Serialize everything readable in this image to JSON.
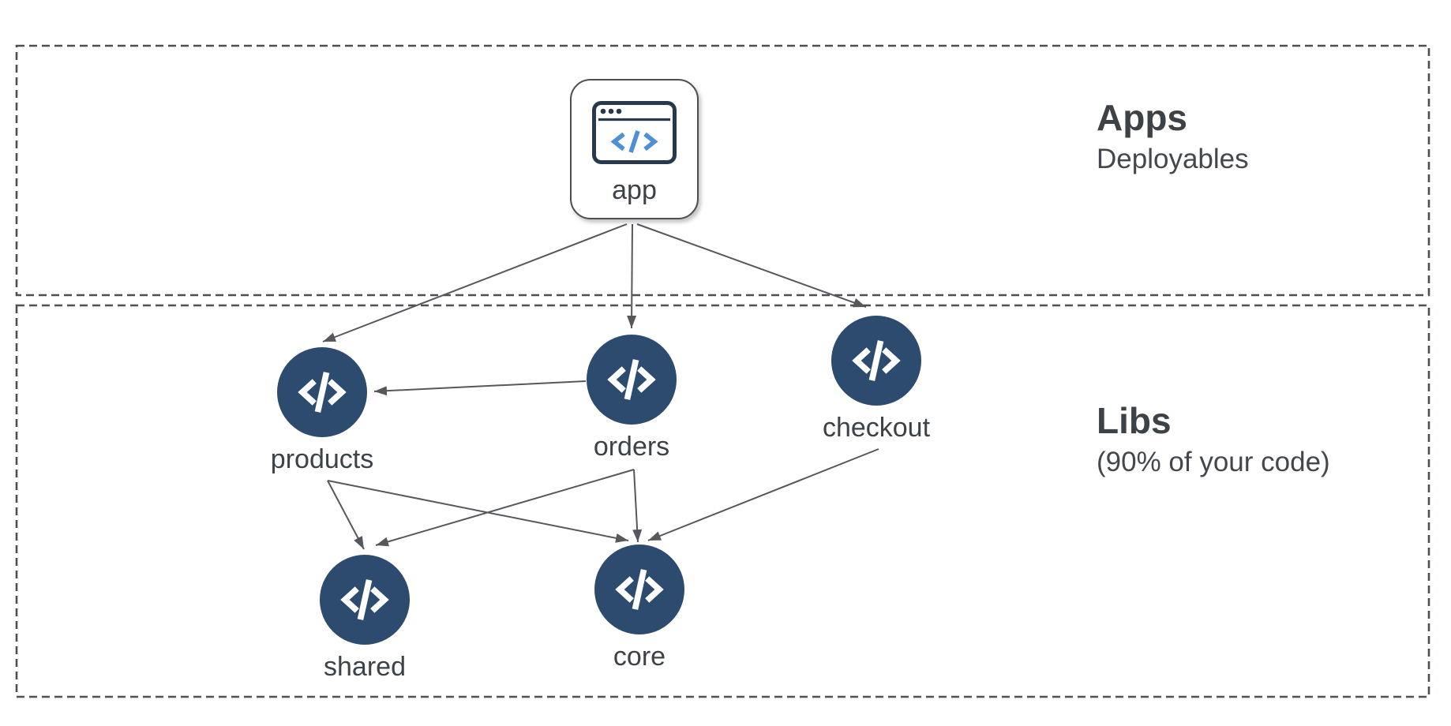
{
  "sections": [
    {
      "id": "apps",
      "title": "Apps",
      "subtitle": "Deployables"
    },
    {
      "id": "libs",
      "title": "Libs",
      "subtitle": "(90% of your code)"
    }
  ],
  "diagram": {
    "nodes": [
      {
        "id": "app",
        "label": "app",
        "type": "application",
        "section": "apps",
        "icon": "browser-code-icon"
      },
      {
        "id": "products",
        "label": "products",
        "type": "library",
        "section": "libs",
        "icon": "code-icon"
      },
      {
        "id": "orders",
        "label": "orders",
        "type": "library",
        "section": "libs",
        "icon": "code-icon"
      },
      {
        "id": "checkout",
        "label": "checkout",
        "type": "library",
        "section": "libs",
        "icon": "code-icon"
      },
      {
        "id": "shared",
        "label": "shared",
        "type": "library",
        "section": "libs",
        "icon": "code-icon"
      },
      {
        "id": "core",
        "label": "core",
        "type": "library",
        "section": "libs",
        "icon": "code-icon"
      }
    ],
    "edges": [
      {
        "from": "app",
        "to": "products"
      },
      {
        "from": "app",
        "to": "orders"
      },
      {
        "from": "app",
        "to": "checkout"
      },
      {
        "from": "orders",
        "to": "products"
      },
      {
        "from": "products",
        "to": "shared"
      },
      {
        "from": "products",
        "to": "core"
      },
      {
        "from": "orders",
        "to": "shared"
      },
      {
        "from": "orders",
        "to": "core"
      },
      {
        "from": "checkout",
        "to": "core"
      }
    ]
  },
  "colors": {
    "node_fill": "#2d4b6e",
    "edge_gray": "#55585c",
    "dashed_border": "#4c4f54",
    "text": "#3d4247",
    "code_glyph_blue": "#4e8fd5"
  }
}
